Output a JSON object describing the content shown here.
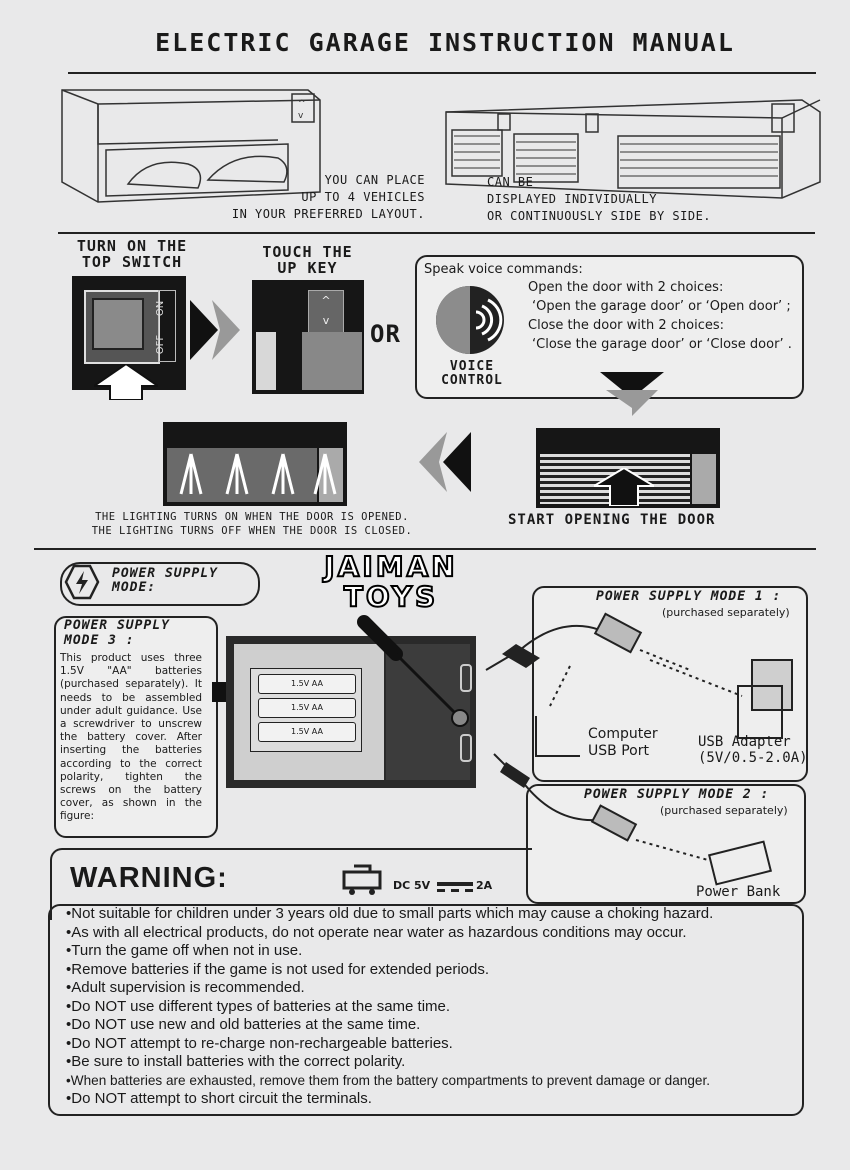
{
  "title": "ELECTRIC GARAGE INSTRUCTION MANUAL",
  "top": {
    "left_caption": [
      "YOU CAN PLACE",
      "UP TO 4 VEHICLES",
      "IN YOUR PREFERRED LAYOUT."
    ],
    "right_caption": [
      "CAN BE",
      "DISPLAYED INDIVIDUALLY",
      "OR CONTINUOUSLY SIDE BY SIDE."
    ]
  },
  "steps": {
    "switch_label": [
      "TURN ON THE",
      "TOP SWITCH"
    ],
    "switch_on": "ON",
    "switch_off": "OFF",
    "key_label": [
      "TOUCH THE",
      "UP KEY"
    ],
    "or": "OR",
    "voice_title": "Speak voice commands:",
    "voice_lines": [
      "Open the door with 2 choices:",
      "‘Open the garage door’  or  ‘Open door’ ;",
      "Close the door with 2 choices:",
      "‘Close the garage door’  or  ‘Close door’ ."
    ],
    "voice_label": [
      "VOICE",
      "CONTROL"
    ],
    "lighting_caption": [
      "THE LIGHTING TURNS ON WHEN THE DOOR IS OPENED.",
      "THE LIGHTING TURNS OFF WHEN THE DOOR IS CLOSED."
    ],
    "start_caption": "START OPENING THE DOOR"
  },
  "power": {
    "header": [
      "POWER SUPPLY",
      "MODE:"
    ],
    "logo": [
      "JAIMAN",
      "TOYS"
    ],
    "mode3_title": [
      "POWER SUPPLY",
      "MODE 3 :"
    ],
    "mode3_text": "This product uses three 1.5V \"AA\" batteries (purchased separately). It needs to be assembled under adult guidance. Use a screwdriver to unscrew the battery cover. After inserting the batteries according to the correct polarity, tighten the screws on the battery cover, as shown in the figure:",
    "battery_label": "1.5V AA",
    "mode1_title": "POWER SUPPLY MODE 1 :",
    "mode1_sub": "(purchased separately)",
    "computer": [
      "Computer",
      "USB Port"
    ],
    "adapter": [
      "USB Adapter",
      "(5V/0.5-2.0A)"
    ],
    "mode2_title": "POWER SUPPLY MODE 2 :",
    "mode2_sub": "(purchased separately)",
    "powerbank": "Power Bank"
  },
  "warning": {
    "title": "WARNING:",
    "dc": "DC 5V",
    "amp": "2A",
    "items": [
      "Not suitable for children under 3 years old due to small parts which may cause a choking hazard.",
      "As with all electrical products, do not operate near water as hazardous conditions may occur.",
      "Turn the game off when not in use.",
      "Remove batteries if the game is not used for extended periods.",
      "Adult supervision is recommended.",
      "Do NOT use different types of batteries at the same time.",
      "Do NOT use new and old batteries at the same time.",
      "Do NOT attempt to re-charge non-rechargeable batteries.",
      "Be sure to install batteries with the correct polarity.",
      "When batteries are exhausted, remove them from the battery compartments to prevent damage or danger.",
      "Do NOT attempt to short circuit the terminals."
    ]
  }
}
